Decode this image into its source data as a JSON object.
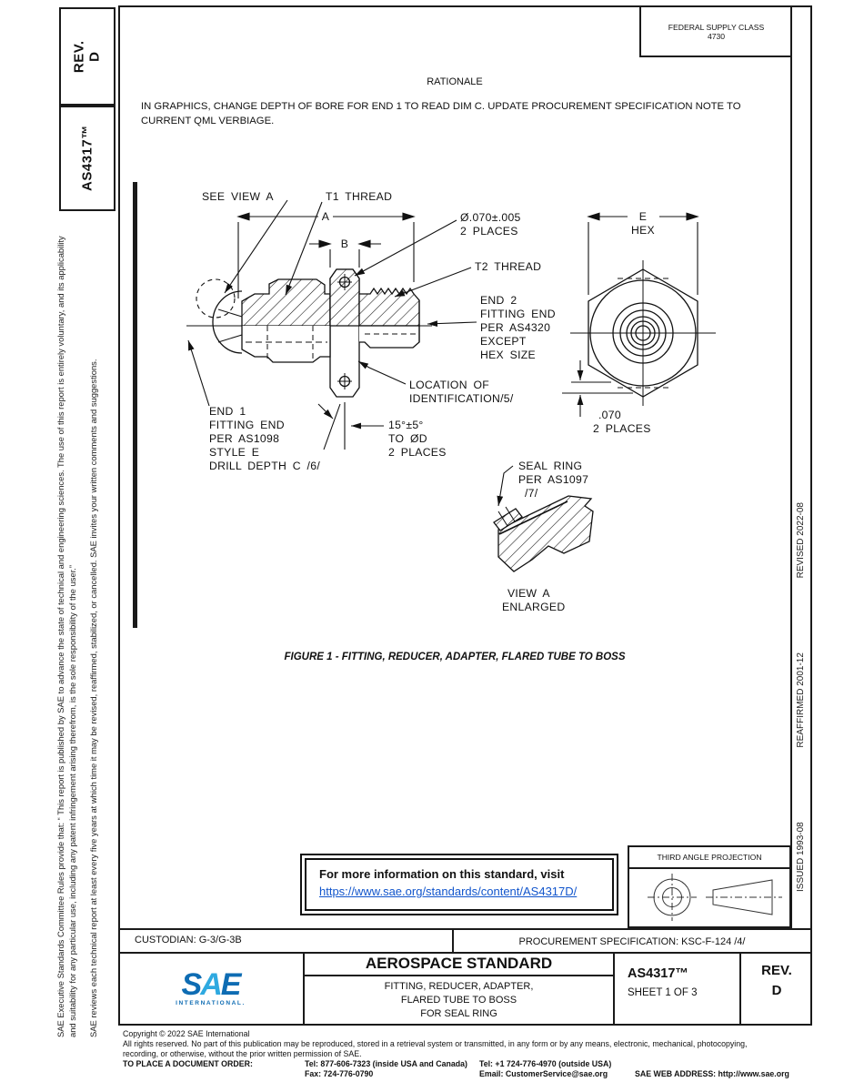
{
  "tabs": {
    "rev": "REV.\nD",
    "standard": "AS4317™"
  },
  "fsc": {
    "line1": "FEDERAL SUPPLY CLASS",
    "line2": "4730"
  },
  "rationale": {
    "title": "RATIONALE",
    "body": "IN GRAPHICS, CHANGE DEPTH OF BORE FOR END 1 TO READ DIM C. UPDATE PROCUREMENT SPECIFICATION NOTE TO CURRENT QML VERBIAGE."
  },
  "sidebar_left": {
    "para1": "SAE Executive Standards Committee Rules provide that: “ This report is published by SAE to advance the state of technical and engineering sciences. The use of this report is entirely voluntary, and its applicability and suitability for any particular use, including any patent infringement arising therefrom, is the sole responsibility of the user.”",
    "para2": "SAE reviews each technical report at least every five years at which time it may be revised, reaffirmed, stabilized, or cancelled. SAE invites your written comments and suggestions."
  },
  "sidebar_right": {
    "issued": "ISSUED 1993-08",
    "reaffirmed": "REAFFIRMED 2001-12",
    "revised": "REVISED 2022-08"
  },
  "figure": {
    "caption": "FIGURE 1 - FITTING, REDUCER, ADAPTER, FLARED TUBE TO BOSS",
    "labels": {
      "see_view_a": "SEE VIEW A",
      "t1_thread": "T1 THREAD",
      "dim_a": "A",
      "dim_b": "B",
      "dia_note_1": "Ø.070±.005",
      "dia_note_2": "2 PLACES",
      "t2_thread": "T2 THREAD",
      "end2_1": "END 2",
      "end2_2": "FITTING END",
      "end2_3": "PER AS4320",
      "end2_4": "EXCEPT",
      "end2_5": "HEX SIZE",
      "loc_1": "LOCATION OF",
      "loc_2": "IDENTIFICATION/5/",
      "end1_1": "END 1",
      "end1_2": "FITTING END",
      "end1_3": "PER AS1098",
      "end1_4": "STYLE E",
      "end1_5": "DRILL DEPTH C /6/",
      "angle_1": "15°±5°",
      "angle_2": "TO ØD",
      "angle_3": "2 PLACES",
      "hex_e": "E",
      "hex_label": "HEX",
      "hex_070": ".070",
      "hex_070_2": "2 PLACES",
      "seal_1": "SEAL RING",
      "seal_2": "PER AS1097",
      "seal_3": "/7/",
      "view_a_1": "VIEW A",
      "view_a_2": "ENLARGED"
    }
  },
  "info_box": {
    "line1": "For more information on this standard, visit",
    "link": "https://www.sae.org/standards/content/AS4317D/"
  },
  "projection": {
    "title": "THIRD ANGLE PROJECTION"
  },
  "title_block": {
    "custodian": "CUSTODIAN: G-3/G-3B",
    "procurement": "PROCUREMENT SPECIFICATION: KSC-F-124  /4/",
    "logo": {
      "sae": "SAE",
      "international": "INTERNATIONAL."
    },
    "heading": "AEROSPACE STANDARD",
    "subtitle_1": "FITTING, REDUCER, ADAPTER,",
    "subtitle_2": "FLARED TUBE TO BOSS",
    "subtitle_3": "FOR SEAL RING",
    "doc_number": "AS4317™",
    "sheet": "SHEET 1 OF 3",
    "rev_label": "REV.",
    "rev_value": "D"
  },
  "footer": {
    "copyright": "Copyright © 2022 SAE International",
    "rights_1": "All rights reserved. No part of this publication may be reproduced, stored in a retrieval system or transmitted, in any form or by any means, electronic, mechanical, photocopying,",
    "rights_2": "recording, or otherwise, without the prior written permission of SAE.",
    "order_label": "TO PLACE A DOCUMENT ORDER:",
    "tel1": "Tel: 877-606-7323 (inside USA and Canada)",
    "tel2": "Tel: +1 724-776-4970 (outside USA)",
    "fax": "Fax: 724-776-0790",
    "email": "Email: CustomerService@sae.org",
    "web": "SAE WEB ADDRESS: http://www.sae.org"
  },
  "colors": {
    "link_blue": "#1155CC",
    "sae_dark_blue": "#0e6cb3",
    "sae_light_blue": "#2ea9e0"
  }
}
